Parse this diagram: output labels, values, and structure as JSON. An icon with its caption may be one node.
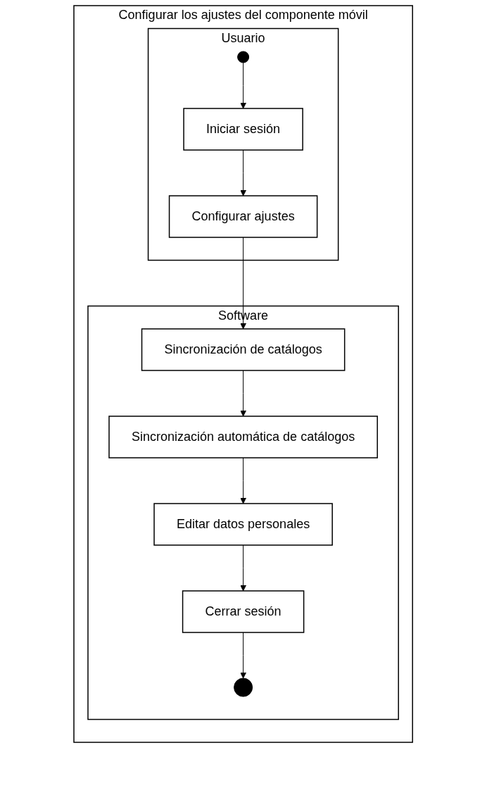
{
  "diagram": {
    "nodes": [
      {
        "text": [
          "Configurar los ajustes del componente móvil"
        ]
      },
      {
        "text": [
          "Usuario"
        ],
        "in": 0
      },
      {
        "text": [
          "Software"
        ],
        "in": 0
      },
      {
        "text": [],
        "shape": "circle",
        "in": 1
      },
      {
        "text": [
          "Iniciar sesión"
        ],
        "in": 1
      },
      {
        "text": [
          "Configurar ajustes"
        ],
        "in": 1
      },
      {
        "text": [
          "Sincronización de catálogos"
        ],
        "in": 2
      },
      {
        "text": [
          "Sincronización automática de catálogos"
        ],
        "in": 2
      },
      {
        "text": [
          "Editar datos personales"
        ],
        "in": 2
      },
      {
        "text": [
          "Cerrar sesión"
        ],
        "in": 2
      },
      {
        "text": [],
        "shape": "circle",
        "in": 2
      }
    ],
    "edges": [
      {
        "from": 3,
        "to": 4,
        "arrow": "to"
      },
      {
        "from": 4,
        "to": 5,
        "arrow": "to"
      },
      {
        "from": 5,
        "to": 6,
        "arrow": "to"
      },
      {
        "from": 6,
        "to": 7,
        "arrow": "to"
      },
      {
        "from": 7,
        "to": 8,
        "arrow": "to"
      },
      {
        "from": 8,
        "to": 9,
        "arrow": "to"
      },
      {
        "from": 9,
        "to": 10,
        "arrow": "to"
      }
    ]
  }
}
